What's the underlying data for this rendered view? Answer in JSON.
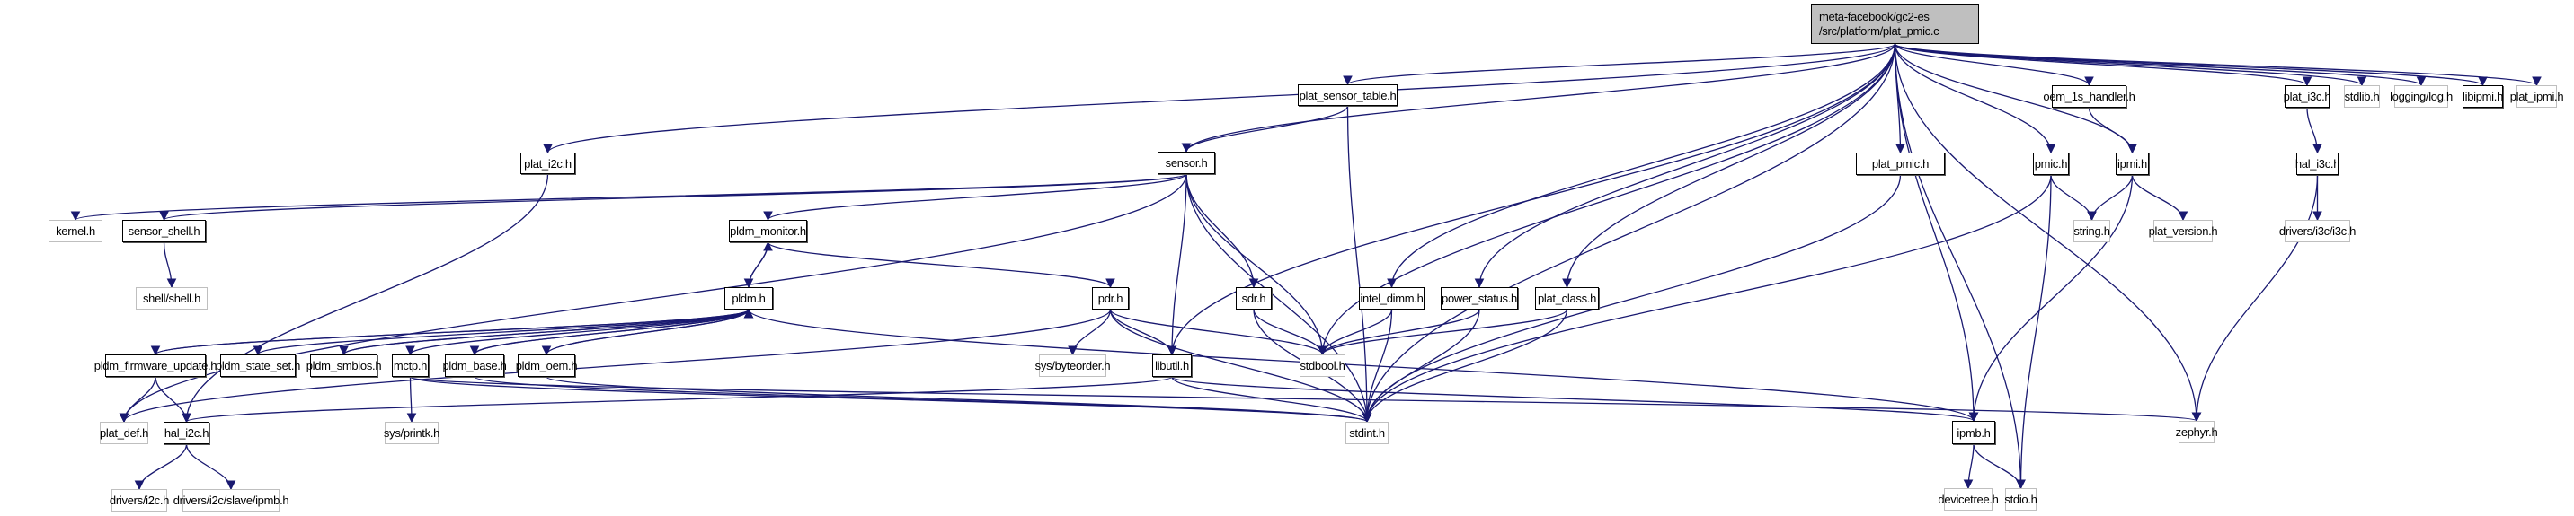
{
  "root": {
    "line1": "meta-facebook/gc2-es",
    "line2": "/src/platform/plat_pmic.c"
  },
  "nodes": {
    "plat_i2c": "plat_i2c.h",
    "plat_sensor_table": "plat_sensor_table.h",
    "sensor": "sensor.h",
    "kernel": "kernel.h",
    "sensor_shell": "sensor_shell.h",
    "shell": "shell/shell.h",
    "pldm_monitor": "pldm_monitor.h",
    "pldm": "pldm.h",
    "pldm_firmware_update": "pldm_firmware_update.h",
    "pldm_state_set": "pldm_state_set.h",
    "pldm_smbios": "pldm_smbios.h",
    "mctp": "mctp.h",
    "pldm_base": "pldm_base.h",
    "pldm_oem": "pldm_oem.h",
    "plat_def": "plat_def.h",
    "hal_i2c": "hal_i2c.h",
    "drivers_i2c": "drivers/i2c.h",
    "drivers_i2c_slave_ipmb": "drivers/i2c/slave/ipmb.h",
    "sys_printk": "sys/printk.h",
    "pdr": "pdr.h",
    "sys_byteorder": "sys/byteorder.h",
    "sdr": "sdr.h",
    "libutil": "libutil.h",
    "stdint": "stdint.h",
    "stdbool": "stdbool.h",
    "intel_dimm": "intel_dimm.h",
    "power_status": "power_status.h",
    "plat_class": "plat_class.h",
    "plat_pmic": "plat_pmic.h",
    "pmic": "pmic.h",
    "oem_1s_handler": "oem_1s_handler.h",
    "ipmi": "ipmi.h",
    "string": "string.h",
    "plat_version": "plat_version.h",
    "ipmb": "ipmb.h",
    "devicetree": "devicetree.h",
    "stdio": "stdio.h",
    "plat_i3c": "plat_i3c.h",
    "hal_i3c": "hal_i3c.h",
    "drivers_i3c": "drivers/i3c/i3c.h",
    "zephyr": "zephyr.h",
    "stdlib": "stdlib.h",
    "logging_log": "logging/log.h",
    "libipmi": "libipmi.h",
    "plat_ipmi": "plat_ipmi.h"
  },
  "edges": [
    [
      "root",
      "plat_i2c"
    ],
    [
      "root",
      "plat_sensor_table"
    ],
    [
      "root",
      "sensor"
    ],
    [
      "root",
      "libutil"
    ],
    [
      "root",
      "intel_dimm"
    ],
    [
      "root",
      "power_status"
    ],
    [
      "root",
      "plat_class"
    ],
    [
      "root",
      "plat_pmic"
    ],
    [
      "root",
      "ipmb"
    ],
    [
      "root",
      "pmic"
    ],
    [
      "root",
      "oem_1s_handler"
    ],
    [
      "root",
      "ipmi"
    ],
    [
      "root",
      "stdio"
    ],
    [
      "root",
      "zephyr"
    ],
    [
      "root",
      "plat_i3c"
    ],
    [
      "root",
      "stdlib"
    ],
    [
      "root",
      "logging_log"
    ],
    [
      "root",
      "libipmi"
    ],
    [
      "root",
      "plat_ipmi"
    ],
    [
      "root",
      "stdint"
    ],
    [
      "root",
      "stdbool"
    ],
    [
      "plat_i2c",
      "hal_i2c"
    ],
    [
      "plat_sensor_table",
      "sensor"
    ],
    [
      "plat_sensor_table",
      "stdint"
    ],
    [
      "sensor",
      "kernel"
    ],
    [
      "sensor",
      "sensor_shell"
    ],
    [
      "sensor",
      "plat_def"
    ],
    [
      "sensor",
      "pldm_monitor"
    ],
    [
      "sensor",
      "sdr"
    ],
    [
      "sensor",
      "libutil"
    ],
    [
      "sensor",
      "stdint"
    ],
    [
      "sensor",
      "stdbool"
    ],
    [
      "sensor_shell",
      "shell"
    ],
    [
      "pldm_monitor",
      "pldm"
    ],
    [
      "pldm_monitor",
      "pdr"
    ],
    [
      "pldm",
      "pldm_monitor"
    ],
    [
      "pldm",
      "pldm_firmware_update"
    ],
    [
      "pldm",
      "pldm_state_set"
    ],
    [
      "pldm",
      "pldm_smbios"
    ],
    [
      "pldm",
      "mctp"
    ],
    [
      "pldm",
      "pldm_base"
    ],
    [
      "pldm",
      "pldm_oem"
    ],
    [
      "pldm_firmware_update",
      "pldm"
    ],
    [
      "pldm_smbios",
      "pldm"
    ],
    [
      "pldm_base",
      "pldm"
    ],
    [
      "pldm_oem",
      "pldm"
    ],
    [
      "pldm_firmware_update",
      "plat_def"
    ],
    [
      "pldm_firmware_update",
      "hal_i2c"
    ],
    [
      "hal_i2c",
      "drivers_i2c"
    ],
    [
      "hal_i2c",
      "drivers_i2c_slave_ipmb"
    ],
    [
      "mctp",
      "sys_printk"
    ],
    [
      "mctp",
      "stdint"
    ],
    [
      "mctp",
      "zephyr"
    ],
    [
      "pldm_base",
      "stdint"
    ],
    [
      "pldm_oem",
      "stdint"
    ],
    [
      "pldm",
      "ipmb"
    ],
    [
      "pdr",
      "sys_byteorder"
    ],
    [
      "pdr",
      "libutil"
    ],
    [
      "pdr",
      "stdint"
    ],
    [
      "pdr",
      "stdbool"
    ],
    [
      "pdr",
      "plat_def"
    ],
    [
      "sdr",
      "stdint"
    ],
    [
      "sdr",
      "stdbool"
    ],
    [
      "libutil",
      "stdint"
    ],
    [
      "libutil",
      "hal_i2c"
    ],
    [
      "libutil",
      "ipmb"
    ],
    [
      "intel_dimm",
      "stdbool"
    ],
    [
      "intel_dimm",
      "stdint"
    ],
    [
      "power_status",
      "stdbool"
    ],
    [
      "power_status",
      "stdint"
    ],
    [
      "plat_class",
      "stdbool"
    ],
    [
      "plat_class",
      "stdint"
    ],
    [
      "plat_pmic",
      "stdint"
    ],
    [
      "pmic",
      "string"
    ],
    [
      "pmic",
      "stdio"
    ],
    [
      "pmic",
      "stdint"
    ],
    [
      "oem_1s_handler",
      "ipmi"
    ],
    [
      "ipmi",
      "string"
    ],
    [
      "ipmi",
      "plat_version"
    ],
    [
      "ipmi",
      "ipmb"
    ],
    [
      "ipmb",
      "devicetree"
    ],
    [
      "ipmb",
      "stdio"
    ],
    [
      "plat_i3c",
      "hal_i3c"
    ],
    [
      "hal_i3c",
      "drivers_i3c"
    ],
    [
      "hal_i3c",
      "zephyr"
    ]
  ],
  "colors": {
    "edge": "#191970",
    "root_fill": "#bfbfbf",
    "documented_border": "#000000",
    "external_border": "#bfbfbf"
  }
}
